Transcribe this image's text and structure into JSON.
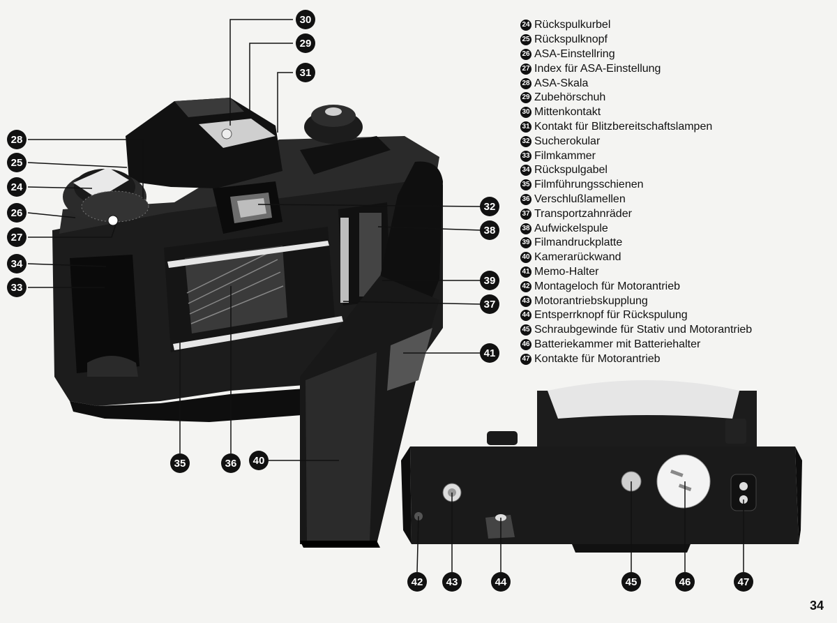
{
  "legend": [
    {
      "num": "24",
      "label": "Rückspulkurbel"
    },
    {
      "num": "25",
      "label": "Rückspulknopf"
    },
    {
      "num": "26",
      "label": "ASA-Einstellring"
    },
    {
      "num": "27",
      "label": "Index für ASA-Einstellung"
    },
    {
      "num": "28",
      "label": "ASA-Skala"
    },
    {
      "num": "29",
      "label": "Zubehörschuh"
    },
    {
      "num": "30",
      "label": "Mittenkontakt"
    },
    {
      "num": "31",
      "label": "Kontakt für Blitzbereitschaftslampen"
    },
    {
      "num": "32",
      "label": "Sucherokular"
    },
    {
      "num": "33",
      "label": "Filmkammer"
    },
    {
      "num": "34",
      "label": "Rückspulgabel"
    },
    {
      "num": "35",
      "label": "Filmführungsschienen"
    },
    {
      "num": "36",
      "label": "Verschlußlamellen"
    },
    {
      "num": "37",
      "label": "Transportzahnräder"
    },
    {
      "num": "38",
      "label": "Aufwickelspule"
    },
    {
      "num": "39",
      "label": "Filmandruckplatte"
    },
    {
      "num": "40",
      "label": "Kamerarückwand"
    },
    {
      "num": "41",
      "label": "Memo-Halter"
    },
    {
      "num": "42",
      "label": "Montageloch für Motorantrieb"
    },
    {
      "num": "43",
      "label": "Motorantriebskupplung"
    },
    {
      "num": "44",
      "label": "Entsperrknopf für Rückspulung"
    },
    {
      "num": "45",
      "label": "Schraubgewinde für Stativ und Motorantrieb"
    },
    {
      "num": "46",
      "label": "Batteriekammer mit Batteriehalter"
    },
    {
      "num": "47",
      "label": "Kontakte für Motorantrieb"
    }
  ],
  "callouts": {
    "c24": "24",
    "c25": "25",
    "c26": "26",
    "c27": "27",
    "c28": "28",
    "c29": "29",
    "c30": "30",
    "c31": "31",
    "c32": "32",
    "c33": "33",
    "c34": "34",
    "c35": "35",
    "c36": "36",
    "c37": "37",
    "c38": "38",
    "c39": "39",
    "c40": "40",
    "c41": "41",
    "c42": "42",
    "c43": "43",
    "c44": "44",
    "c45": "45",
    "c46": "46",
    "c47": "47"
  },
  "page_number": "34"
}
